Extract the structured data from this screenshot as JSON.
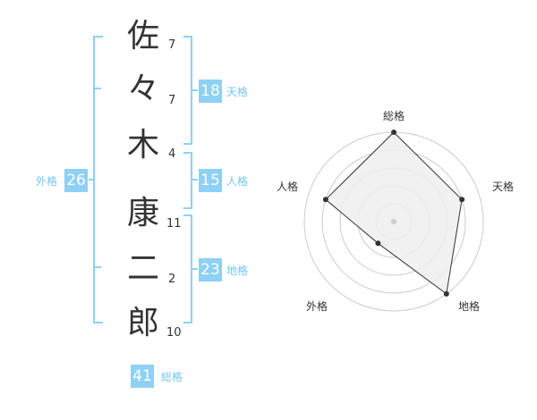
{
  "name": {
    "chars": [
      {
        "char": "佐",
        "strokes": "7"
      },
      {
        "char": "々",
        "strokes": "7"
      },
      {
        "char": "木",
        "strokes": "4"
      },
      {
        "char": "康",
        "strokes": "11"
      },
      {
        "char": "二",
        "strokes": "2"
      },
      {
        "char": "郎",
        "strokes": "10"
      }
    ]
  },
  "kaku": {
    "tenkaku": {
      "value": "18",
      "label": "天格"
    },
    "jinkaku": {
      "value": "15",
      "label": "人格"
    },
    "chikaku": {
      "value": "23",
      "label": "地格"
    },
    "gaikaku": {
      "value": "26",
      "label": "外格"
    },
    "soukaku": {
      "value": "41",
      "label": "総格"
    }
  },
  "radar": {
    "axes": [
      "総格",
      "天格",
      "地格",
      "外格",
      "人格"
    ],
    "levels": 5,
    "values": [
      5,
      4,
      5,
      1.5,
      4
    ]
  },
  "colors": {
    "accent": "#8fd0f5",
    "accent_text": "#73c7f2",
    "text": "#333333",
    "grid": "#cccccc",
    "radar_fill": "#eeeeee"
  }
}
